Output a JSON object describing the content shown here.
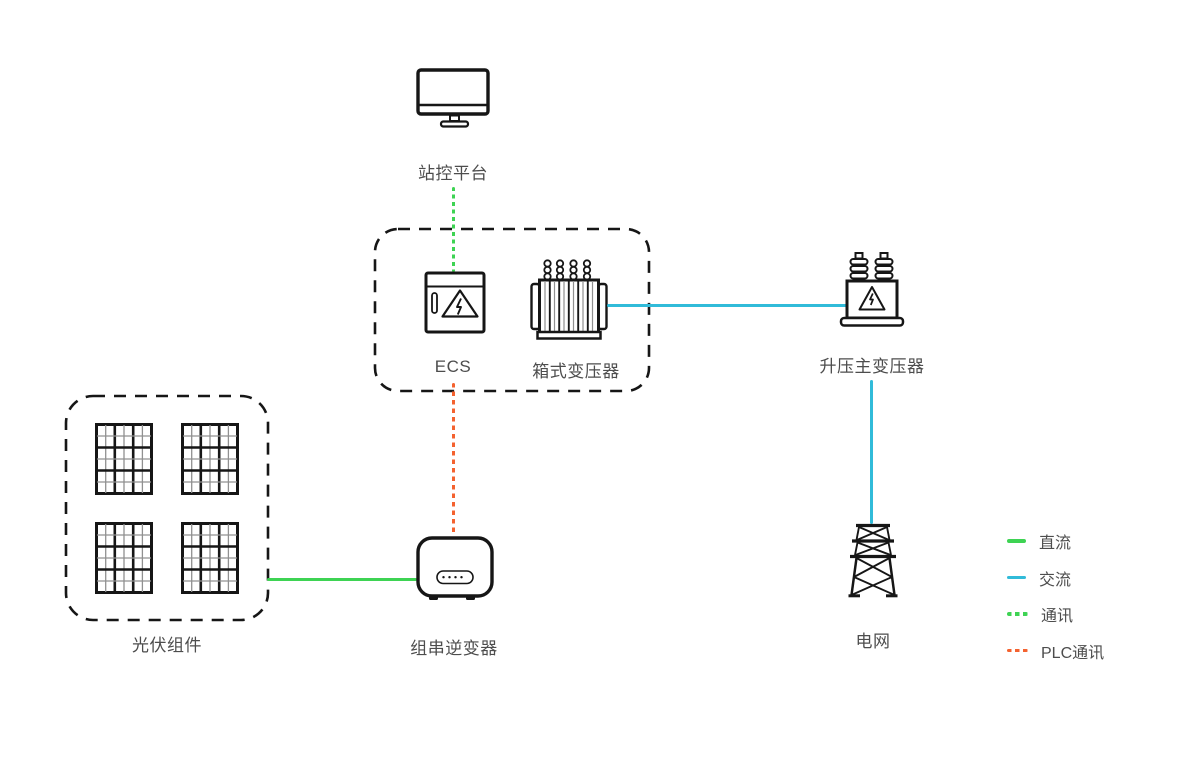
{
  "colors": {
    "dc_green": "#3ed353",
    "ac_blue": "#31bbd9",
    "comm_green": "#3ed353",
    "plc_orange": "#f4622f",
    "icon_stroke": "#161616",
    "text": "#4d4d4d"
  },
  "nodes": {
    "station": {
      "label": "站控平台"
    },
    "ecs": {
      "label": "ECS"
    },
    "box_transformer": {
      "label": "箱式变压器"
    },
    "main_transformer": {
      "label": "升压主变压器"
    },
    "pv_modules": {
      "label": "光伏组件"
    },
    "inverter": {
      "label": "组串逆变器"
    },
    "grid": {
      "label": "电网"
    }
  },
  "groups": [
    {
      "name": "ecs-boxtr-group",
      "members": [
        "ECS",
        "箱式变压器"
      ]
    },
    {
      "name": "pv-group",
      "members": [
        "光伏组件"
      ]
    }
  ],
  "connections": [
    {
      "from": "站控平台",
      "to": "ECS",
      "type": "通讯"
    },
    {
      "from": "箱式变压器",
      "to": "升压主变压器",
      "type": "交流"
    },
    {
      "from": "升压主变压器",
      "to": "电网",
      "type": "交流"
    },
    {
      "from": "光伏组件",
      "to": "组串逆变器",
      "type": "直流"
    },
    {
      "from": "ECS",
      "to": "组串逆变器",
      "type": "PLC通讯"
    }
  ],
  "legend": {
    "items": [
      {
        "label": "直流",
        "line_style": "solid",
        "color": "#3ed353"
      },
      {
        "label": "交流",
        "line_style": "solid",
        "color": "#31bbd9"
      },
      {
        "label": "通讯",
        "line_style": "dotted",
        "color": "#3ed353"
      },
      {
        "label": "PLC通讯",
        "line_style": "dotted",
        "color": "#f4622f"
      }
    ]
  }
}
